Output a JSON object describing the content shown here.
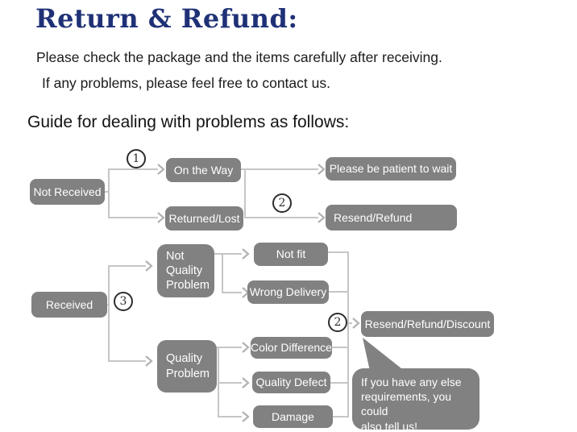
{
  "header": {
    "title": "Return & Refund:",
    "intro_line1": "Please check the package and the items carefully after receiving.",
    "intro_line2": "If any problems, please feel free to contact us.",
    "guide_heading": "Guide for dealing with problems as follows:"
  },
  "colors": {
    "title_navy": "#1f3176",
    "box_gray": "#818181",
    "box_text": "#ffffff",
    "connector_gray": "#c6c6c6",
    "arrow_gray": "#b2b2b2",
    "marker_ink": "#2d2d2d"
  },
  "flowchart": {
    "nodes": {
      "not_received": "Not Received",
      "on_the_way": "On the Way",
      "returned_lost": "Returned/Lost",
      "patient_wait": "Please be patient to wait",
      "resend_refund": "Resend/Refund",
      "received": "Received",
      "not_quality_problem": "Not Quality Problem",
      "not_fit": "Not fit",
      "wrong_delivery": "Wrong Delivery",
      "quality_problem": "Quality Problem",
      "color_difference": "Color Difference",
      "quality_defect": "Quality Defect",
      "damage": "Damage",
      "resend_refund_discount": "Resend/Refund/Discount"
    },
    "markers": {
      "step1": "1",
      "step2_top": "2",
      "step3": "3",
      "step2_bottom": "2"
    },
    "note": {
      "line1": "If you have any else",
      "line2": "requirements, you could",
      "line3": "also tell us!"
    }
  }
}
